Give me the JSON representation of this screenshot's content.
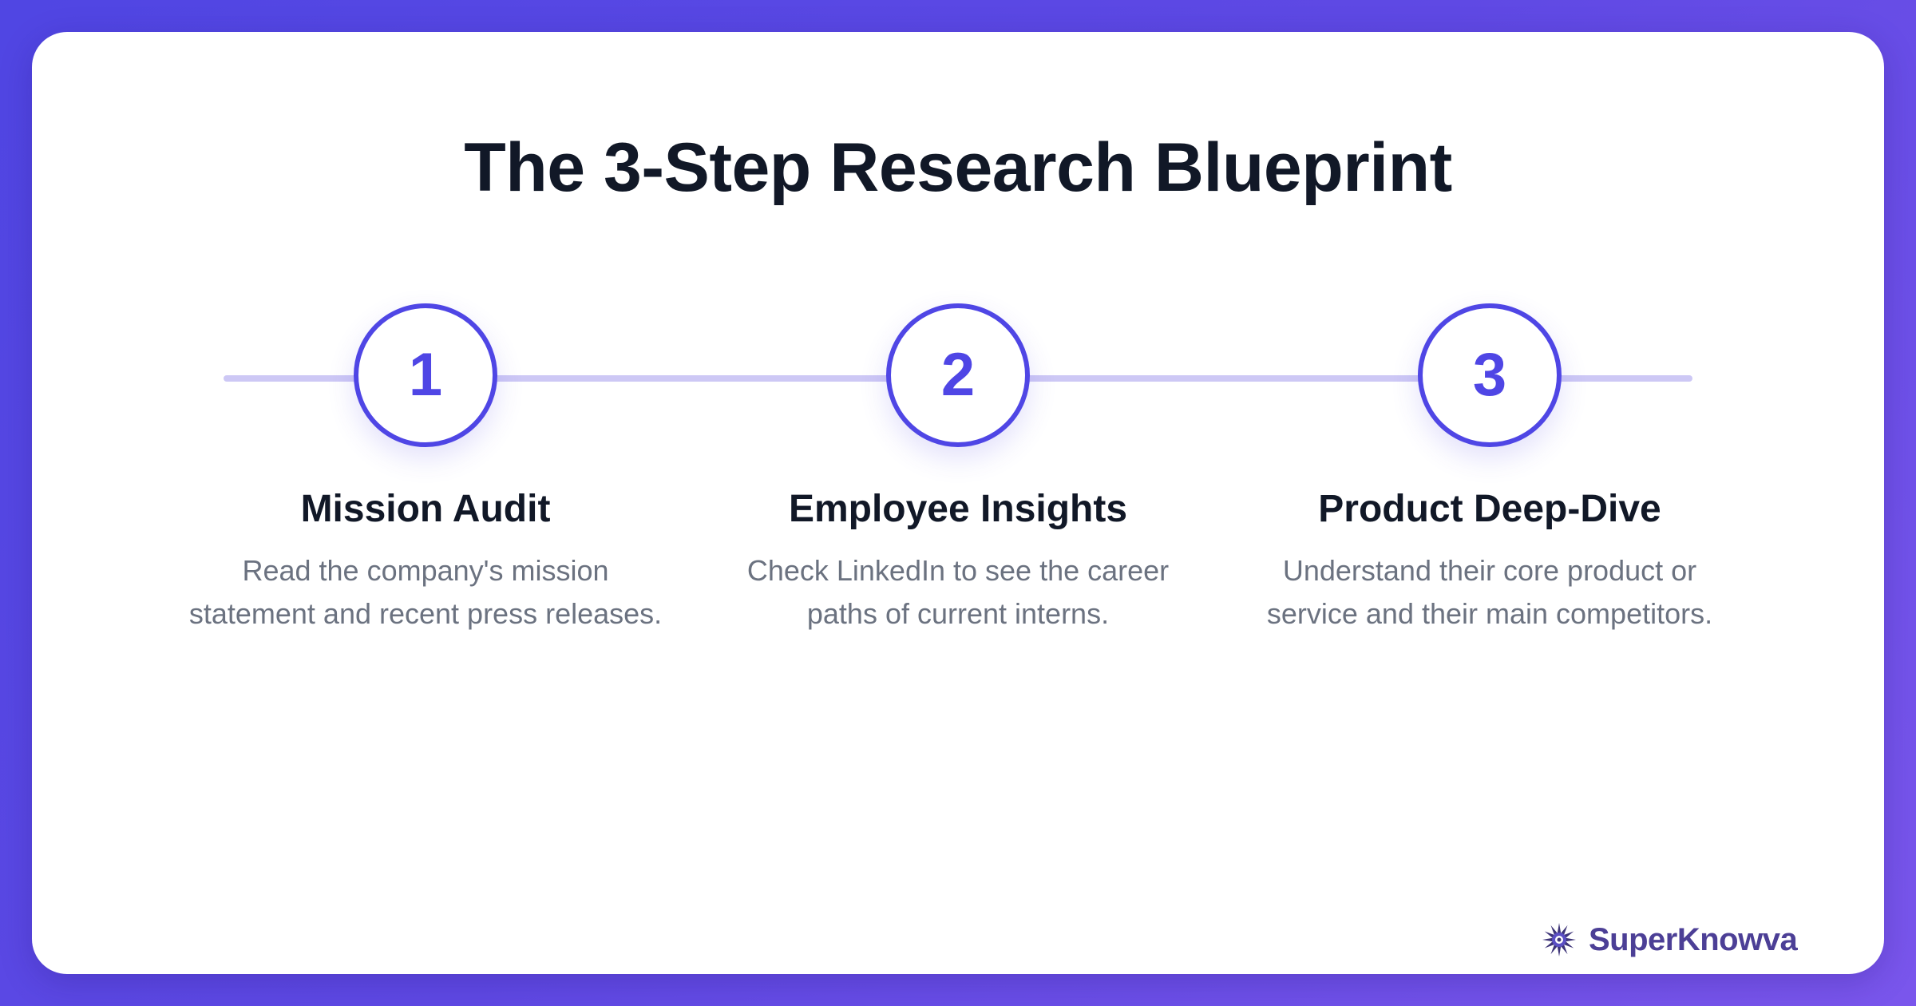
{
  "title": "The 3-Step Research Blueprint",
  "colors": {
    "accent": "#4f46e5",
    "heading": "#111827",
    "body_text": "#6b7280",
    "connector": "#cdc8f5",
    "background_start": "#5046e3",
    "background_end": "#7a56ec",
    "brand": "#4c3f96"
  },
  "steps": [
    {
      "number": "1",
      "title": "Mission Audit",
      "description": "Read the company's mission statement and recent press releases."
    },
    {
      "number": "2",
      "title": "Employee Insights",
      "description": "Check LinkedIn to see the career paths of current interns."
    },
    {
      "number": "3",
      "title": "Product Deep-Dive",
      "description": "Understand their core product or service and their main competitors."
    }
  ],
  "brand": {
    "name": "SuperKnowva",
    "icon": "starburst-logo-icon"
  }
}
